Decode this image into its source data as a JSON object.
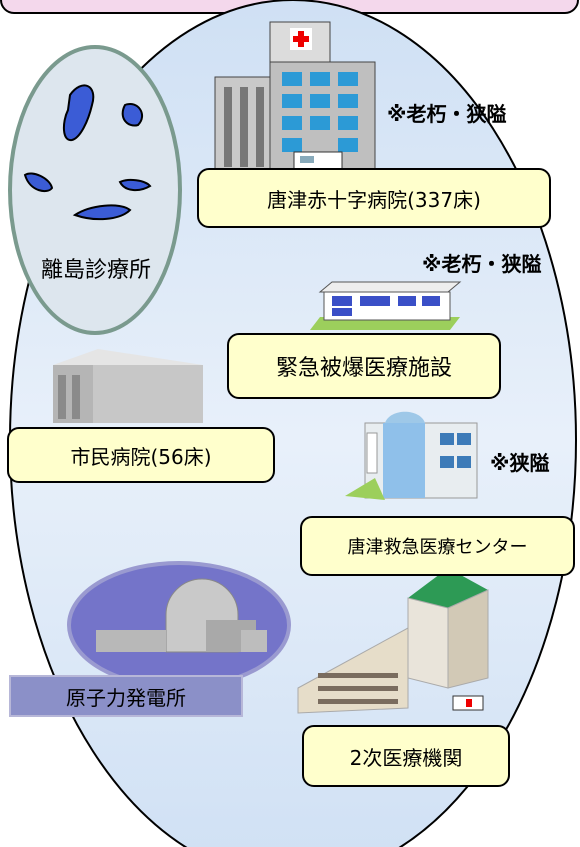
{
  "labels": {
    "karatsu_red_cross": "唐津赤十字病院(337床)",
    "remote_island": "離島診療所",
    "emergency_radiation": "緊急被爆医療施設",
    "city_hospital": "市民病院(56床)",
    "emergency_center": "唐津救急医療センター",
    "nuclear_plant": "原子力発電所",
    "secondary_care": "2次医療機関"
  },
  "notes": {
    "old_narrow_1": "※老朽・狭隘",
    "old_narrow_2": "※老朽・狭隘",
    "narrow": "※狭隘"
  },
  "icons": [
    "hospital-building-icon",
    "island-map-icon",
    "clinic-building-icon",
    "gray-building-icon",
    "modern-clinic-icon",
    "nuclear-plant-icon",
    "secondary-hospital-icon",
    "ambulance-icon"
  ],
  "colors": {
    "ellipse_fill": "#dde9f6",
    "label_fill": "#ffffcc",
    "island_oval": "#d7e2ec",
    "island_oval_border": "#7a9a8e",
    "plant_oval": "#7777cc",
    "plant_label": "#8b90c8",
    "top_banner": "#f4d8ec"
  }
}
